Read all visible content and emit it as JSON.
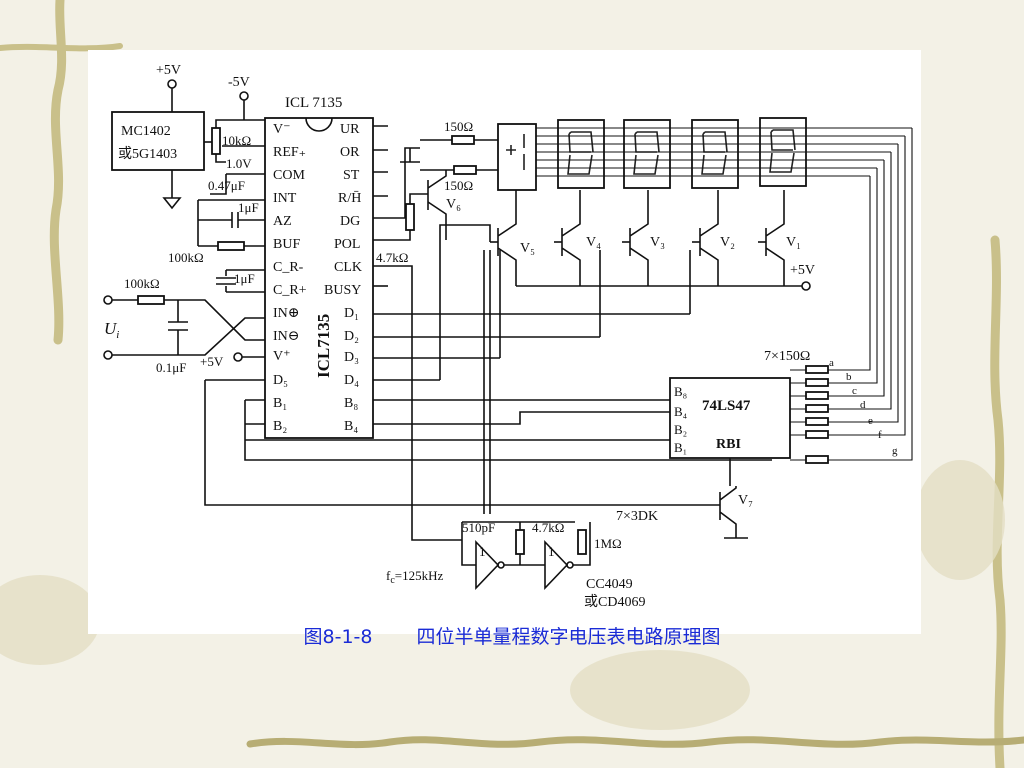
{
  "caption": {
    "figure_no": "图8-1-8",
    "title": "四位半单量程数字电压表电路原理图"
  },
  "chip": {
    "name": "ICL 7135",
    "vertical_label": "ICL7135",
    "left_pins": [
      "V⁻",
      "REF₊",
      "COM",
      "INT",
      "AZ",
      "BUF",
      "C_R-",
      "C_R+",
      "IN⊕",
      "IN⊖",
      "V⁺",
      "D₅",
      "B₁",
      "B₂"
    ],
    "right_pins": [
      "UR",
      "OR",
      "ST",
      "R/H̄",
      "DG",
      "POL",
      "CLK",
      "BUSY",
      "D₁",
      "D₂",
      "D₃",
      "D₄",
      "B₈",
      "B₄"
    ]
  },
  "reference": {
    "line1": "MC1402",
    "line2": "或5G1403"
  },
  "decoder": {
    "name": "74LS47",
    "inputs": [
      "B₈",
      "B₄",
      "B₂",
      "B₁"
    ],
    "rbi": "RBI"
  },
  "labels": {
    "plus5v_top": "+5V",
    "minus5v_top": "-5V",
    "plus5v_mid": "+5V",
    "plus5v_right": "+5V",
    "r_10k": "10kΩ",
    "v_1v": "1.0V",
    "c_047": "0.47μF",
    "c_1u_a": "1μF",
    "r_100k_buf": "100kΩ",
    "c_1u_b": "1μF",
    "r_100k_in": "100kΩ",
    "ui": "U",
    "ui_sub": "i",
    "c_01u": "0.1μF",
    "r_150_a": "150Ω",
    "r_150_b": "150Ω",
    "v6": "V₆",
    "r_47k_clk": "4.7kΩ",
    "v5": "V₅",
    "v4": "V₄",
    "v3": "V₃",
    "v2": "V₂",
    "v1": "V₁",
    "r_7x150": "7×150Ω",
    "seg_letters": [
      "a",
      "b",
      "c",
      "d",
      "e",
      "f",
      "g"
    ],
    "r_7x3dk": "7×3DK",
    "v7": "V₇",
    "c_510p": "510pF",
    "r_47k_osc": "4.7kΩ",
    "r_1m": "1MΩ",
    "gate1": "1",
    "gate2": "1",
    "fc": "f",
    "fc_sub": "c",
    "fc_val": "=125kHz",
    "cc4049": "CC4049",
    "cd4069": "或CD4069"
  },
  "display": {
    "half_digit": "±1",
    "digit": "8"
  }
}
